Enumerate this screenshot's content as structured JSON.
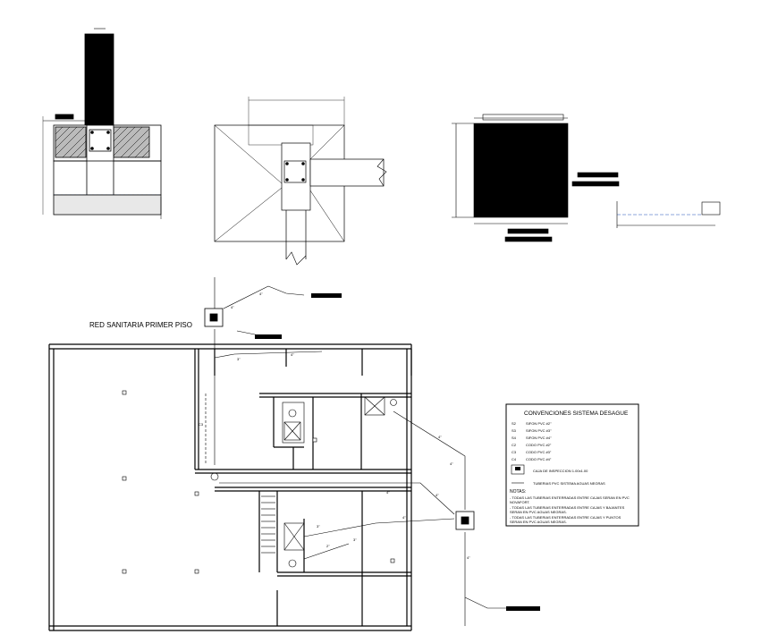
{
  "plan_title": "RED SANITARIA PRIMER PISO",
  "legend": {
    "title": "CONVENCIONES SISTEMA DESAGUE",
    "rows": [
      {
        "code": "S2",
        "text": "SIFON PVC #2\""
      },
      {
        "code": "S3",
        "text": "SIFON PVC #3\""
      },
      {
        "code": "S4",
        "text": "SIFON PVC #4\""
      },
      {
        "code": "C2",
        "text": "CODO PVC #2\""
      },
      {
        "code": "C3",
        "text": "CODO PVC #3\""
      },
      {
        "code": "C4",
        "text": "CODO PVC #4\""
      }
    ],
    "box_label": "CAJA DE INSPECCION 1.00x1.00",
    "pipe_label": "TUBERIAS PVC SISTEMA AGUAS NEGRAS",
    "notes_title": "NOTAS:",
    "notes": [
      "- TODAS LAS TUBERIAS ENTERRADAS ENTRE CAJAS SERAN EN PVC",
      "  NOVAFORT.",
      "- TODAS LAS TUBERIAS ENTERRADAS ENTRE CAJAS Y BAJANTES",
      "  SERAN EN PVC AGUAS NEGRAS.",
      "- TODAS LAS TUBERIAS ENTERRADAS ENTRE CAJAS Y PUNTOS",
      "  SERAN EN PVC AGUAS NEGRAS."
    ]
  },
  "pipe_labels": {
    "p1": "4\"",
    "p2": "4\"",
    "p3": "3\"",
    "p4": "4\"",
    "p5": "4\"",
    "p6": "4\"",
    "p7": "3\"",
    "p8": "4\"",
    "p9": "3\"",
    "p10": "2\"",
    "p11": "4\"",
    "p12": "4\"",
    "p13": "4\"",
    "p14": "C3"
  },
  "colors": {
    "line": "#000000",
    "accent_pipe": "#1d4fb8",
    "background": "#ffffff"
  }
}
